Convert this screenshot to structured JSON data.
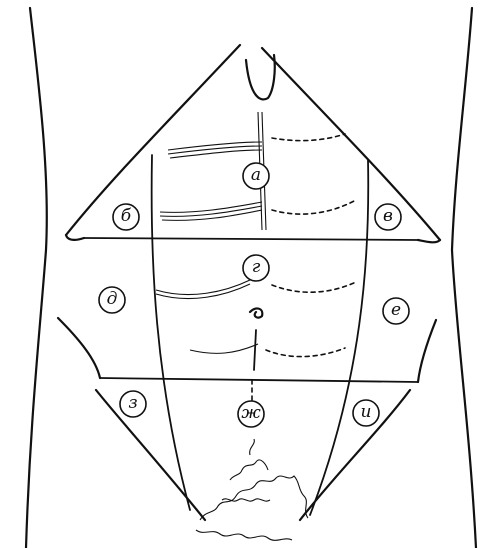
{
  "regions": [
    {
      "id": "a",
      "label": "а"
    },
    {
      "id": "b",
      "label": "б"
    },
    {
      "id": "v",
      "label": "в"
    },
    {
      "id": "g",
      "label": "г"
    },
    {
      "id": "d",
      "label": "д"
    },
    {
      "id": "e",
      "label": "е"
    },
    {
      "id": "zh",
      "label": "ж"
    },
    {
      "id": "z",
      "label": "з"
    },
    {
      "id": "i",
      "label": "и"
    }
  ]
}
